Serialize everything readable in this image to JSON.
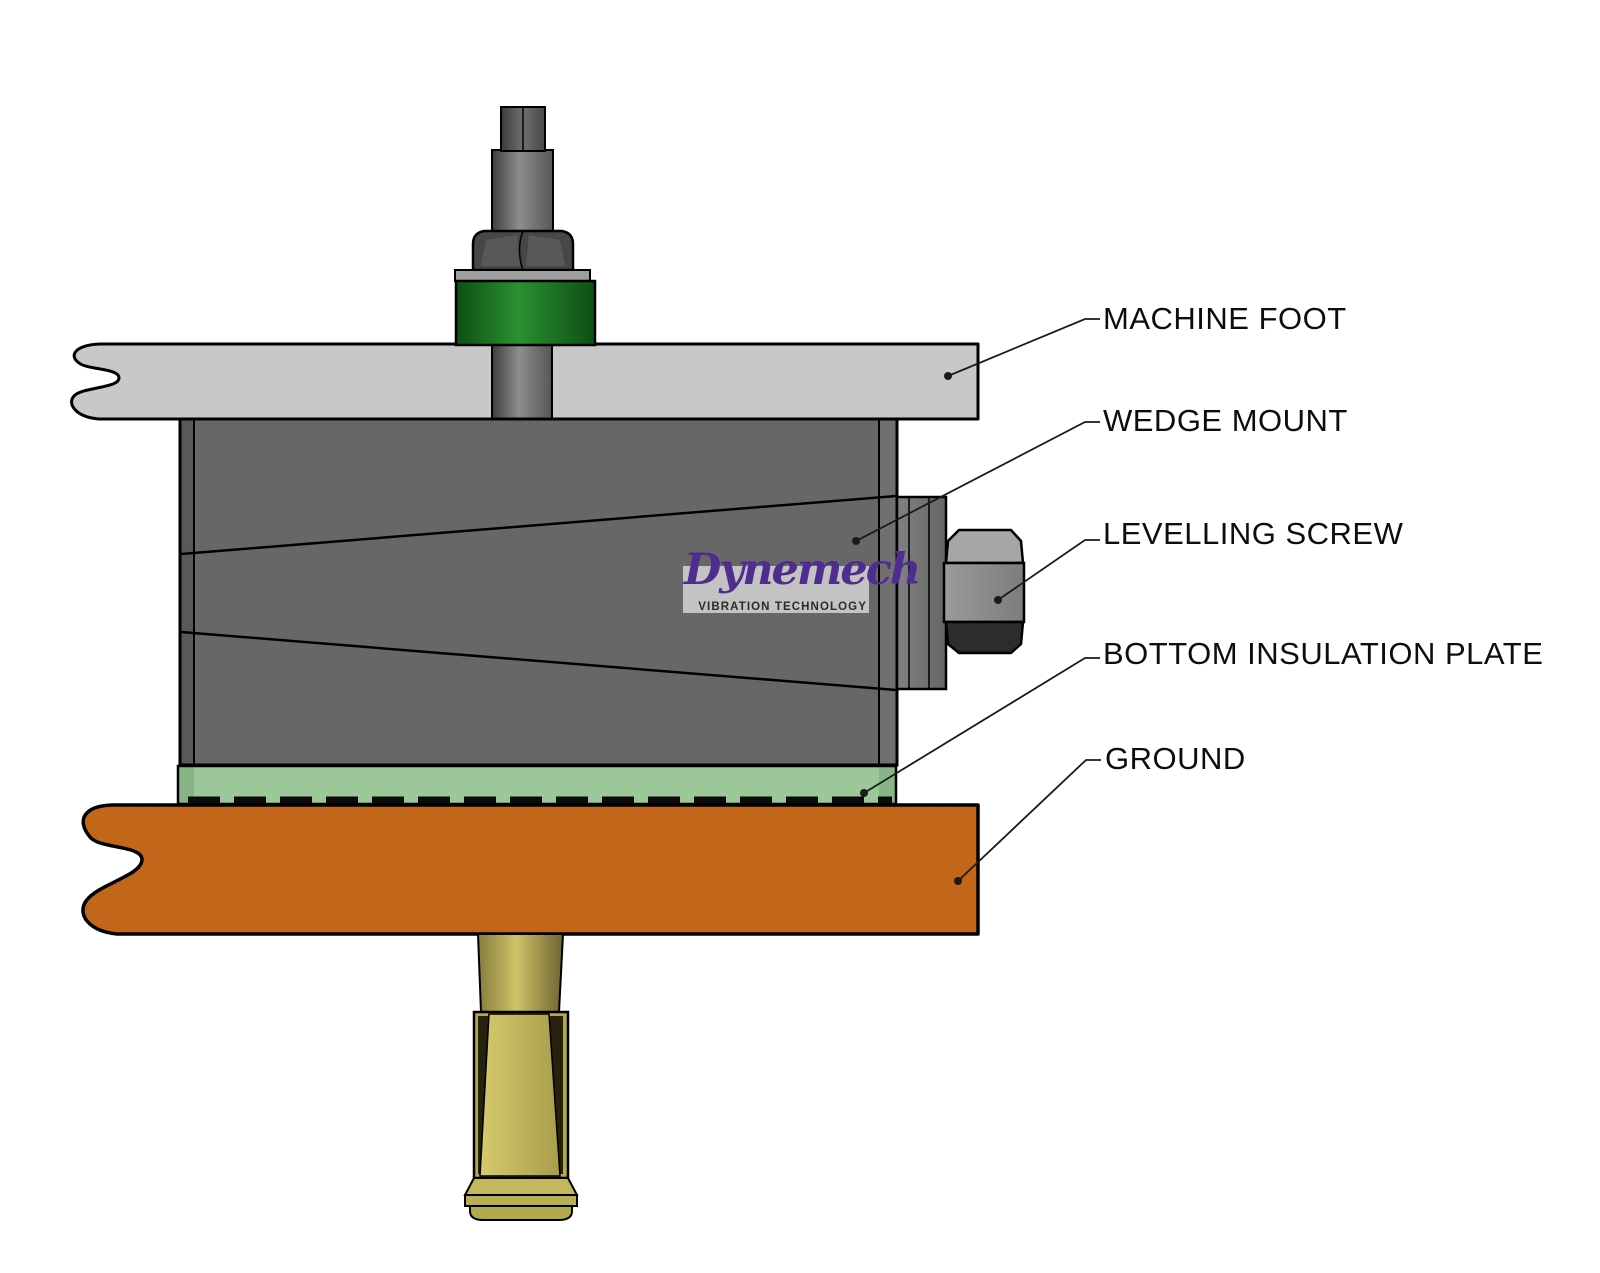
{
  "diagram": {
    "labels": {
      "machine_foot": "MACHINE FOOT",
      "wedge_mount": "WEDGE MOUNT",
      "levelling_screw": "LEVELLING SCREW",
      "bottom_insulation_plate": "BOTTOM INSULATION PLATE",
      "ground": "GROUND"
    },
    "logo": {
      "brand": "Dynemech",
      "tagline": "VIBRATION TECHNOLOGY"
    },
    "colors": {
      "foot-gray": "#c8c8c8",
      "body-gray": "#676767",
      "ring-green": "#1d7c1f",
      "insulation-green": "#9cc799",
      "ground-orange": "#c2661a",
      "anchor-khaki": "#b3a94f",
      "logo-purple": "#4f2d8e",
      "outline-black": "#000000"
    }
  }
}
